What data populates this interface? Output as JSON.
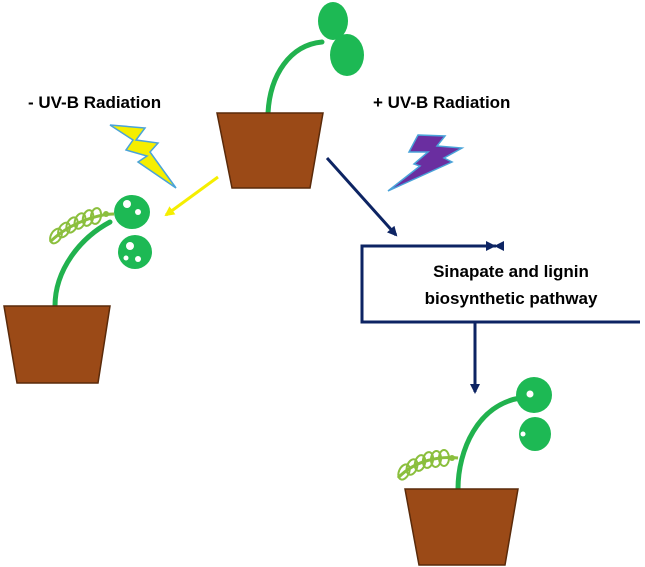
{
  "labels": {
    "minus_uvb": "- UV-B Radiation",
    "plus_uvb": "+ UV-B Radiation",
    "pathway_line1": "Sinapate and lignin",
    "pathway_line2": "biosynthetic pathway"
  },
  "colors": {
    "pot": "#9b4a17",
    "pot_outline": "#5a2a0a",
    "stem": "#21b24e",
    "leaf": "#1db954",
    "caterpillar": "#8bbf3d",
    "lightning_no_uv": "#f5ee00",
    "lightning_uv": "#6a2ea0",
    "lightning_outline": "#4aa3d9",
    "arrow_yellow": "#f5ee00",
    "arrow_navy": "#0d2463"
  },
  "icons": [
    "plant-in-pot",
    "lightning-bolt",
    "caterpillar",
    "arrow"
  ]
}
